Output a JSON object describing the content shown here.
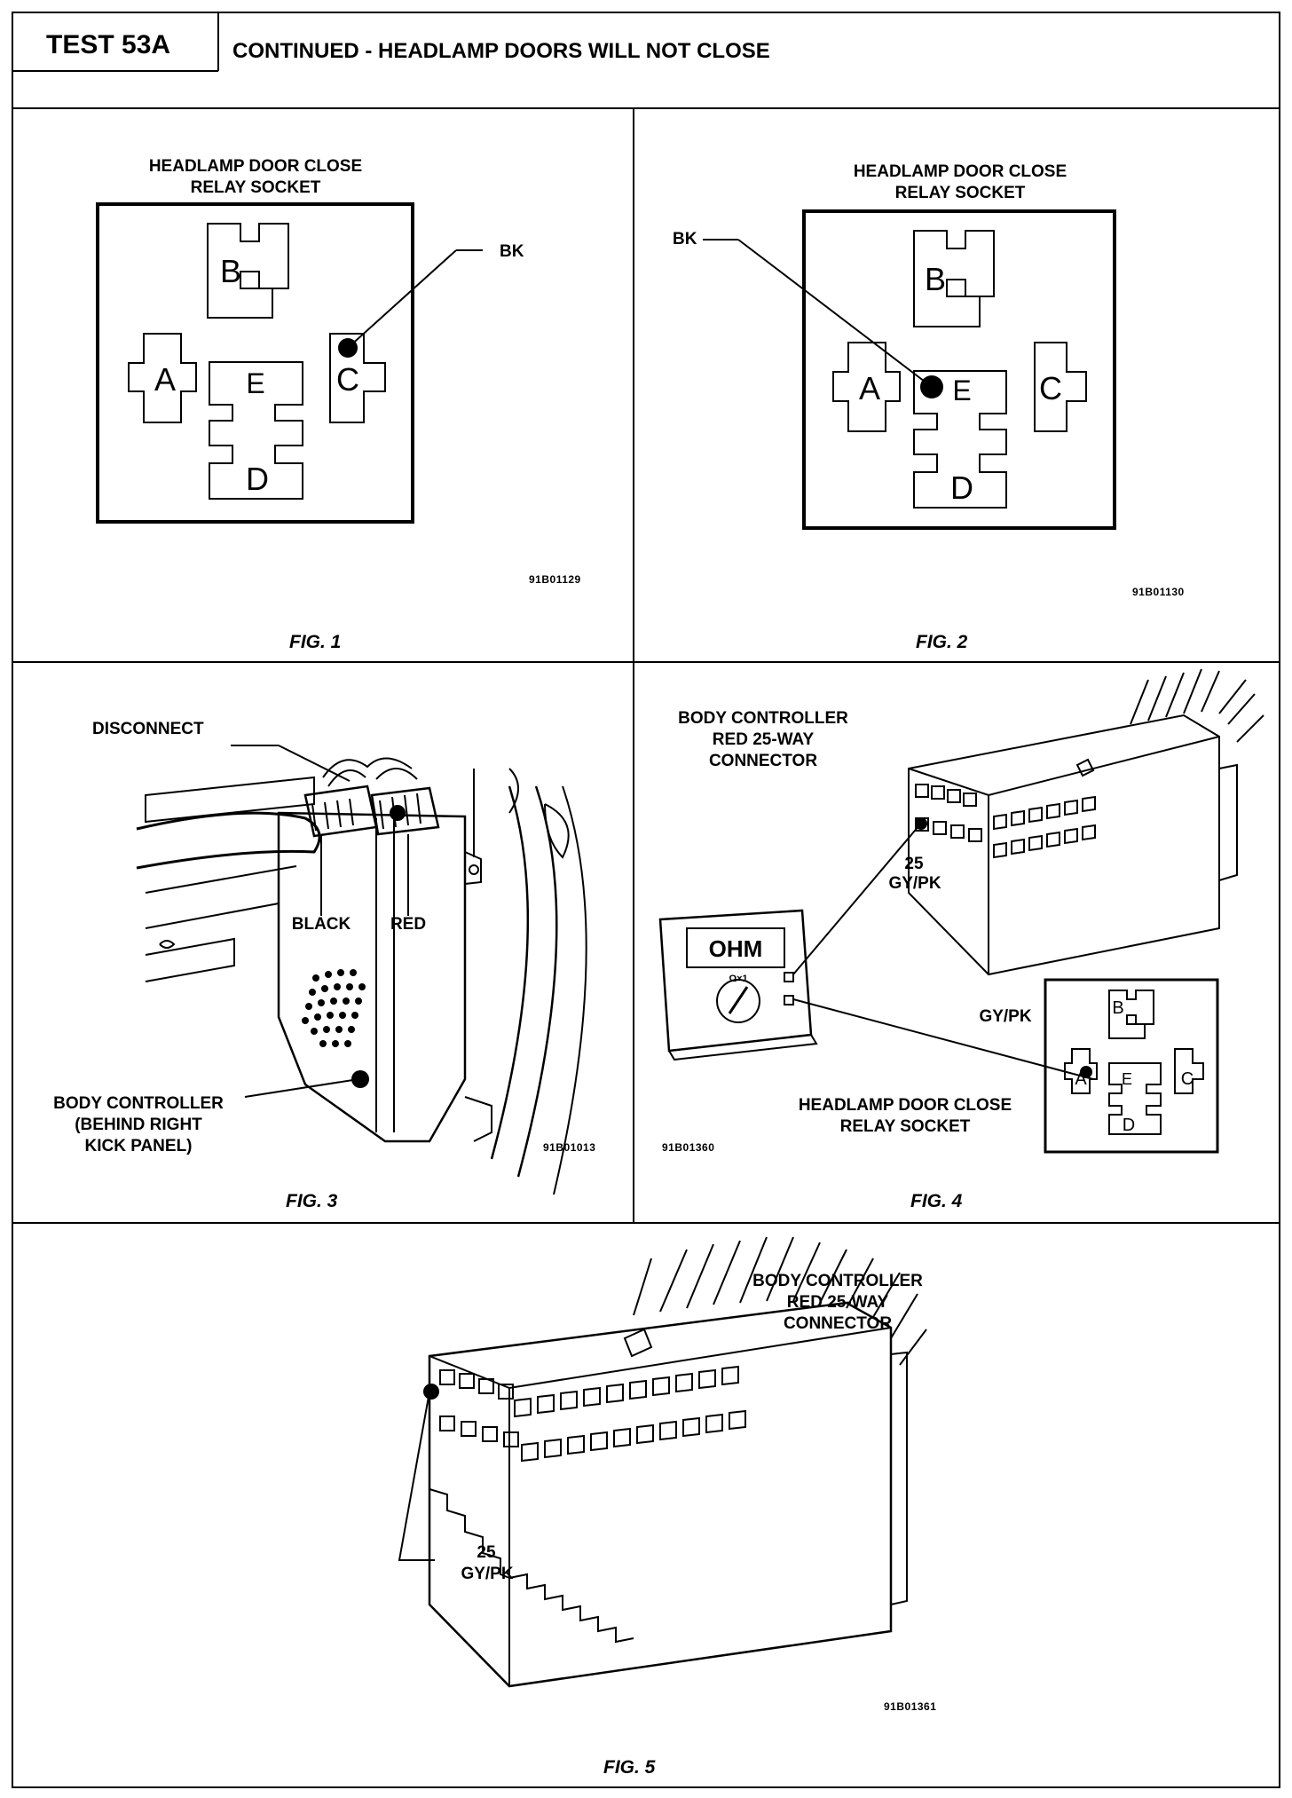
{
  "header": {
    "test_id": "TEST 53A",
    "title": "CONTINUED - HEADLAMP DOORS WILL NOT CLOSE"
  },
  "fig1": {
    "title_line1": "HEADLAMP DOOR CLOSE",
    "title_line2": "RELAY SOCKET",
    "callout": "BK",
    "terminals": [
      "A",
      "B",
      "C",
      "D",
      "E"
    ],
    "code": "91B01129",
    "caption": "FIG. 1"
  },
  "fig2": {
    "title_line1": "HEADLAMP DOOR CLOSE",
    "title_line2": "RELAY SOCKET",
    "callout": "BK",
    "terminals": [
      "A",
      "B",
      "C",
      "D",
      "E"
    ],
    "code": "91B01130",
    "caption": "FIG. 2"
  },
  "fig3": {
    "disconnect": "DISCONNECT",
    "black": "BLACK",
    "red": "RED",
    "body_line1": "BODY CONTROLLER",
    "body_line2": "(BEHIND RIGHT",
    "body_line3": "KICK PANEL)",
    "code": "91B01013",
    "caption": "FIG. 3"
  },
  "fig4": {
    "title_line1": "BODY CONTROLLER",
    "title_line2": "RED 25-WAY",
    "title_line3": "CONNECTOR",
    "pin": "25",
    "wire": "GY/PK",
    "meter_display": "OHM",
    "meter_range": "Ω×1",
    "socket_wire": "GY/PK",
    "socket_line1": "HEADLAMP DOOR CLOSE",
    "socket_line2": "RELAY SOCKET",
    "terminals": [
      "A",
      "B",
      "C",
      "D",
      "E"
    ],
    "code": "91B01360",
    "caption": "FIG. 4"
  },
  "fig5": {
    "title_line1": "BODY CONTROLLER",
    "title_line2": "RED 25-WAY",
    "title_line3": "CONNECTOR",
    "pin": "25",
    "wire": "GY/PK",
    "code": "91B01361",
    "caption": "FIG. 5"
  }
}
